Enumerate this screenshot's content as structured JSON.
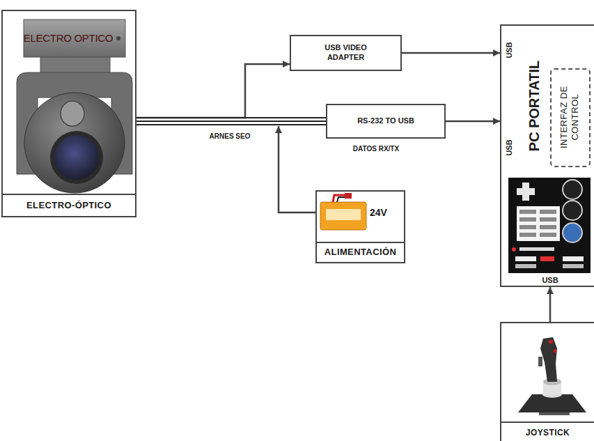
{
  "diagram": {
    "nodes": [
      {
        "text": [
          "ELECTRO-ÓPTICO"
        ]
      },
      {
        "text": [
          "USB VIDEO ADAPTER"
        ]
      },
      {
        "text": [
          "RS-232 TO USB"
        ]
      },
      {
        "text": [
          "24V",
          "ALIMENTACIÓN"
        ]
      },
      {
        "text": [
          "PC PORTATIL"
        ]
      },
      {
        "text": [
          "INTERFAZ DE CONTROL"
        ],
        "in": 4
      },
      {
        "text": [
          "JOYSTICK"
        ]
      }
    ],
    "edges": [
      {
        "from": 0,
        "to": 1,
        "arrow": "to"
      },
      {
        "from": 0,
        "to": 2,
        "arrow": "none",
        "label": "ARNES SEO"
      },
      {
        "from": 3,
        "to": 0,
        "arrow": "to"
      },
      {
        "from": 1,
        "to": 4,
        "arrow": "to"
      },
      {
        "from": 2,
        "to": 4,
        "arrow": "to"
      },
      {
        "from": 6,
        "to": 4,
        "arrow": "to"
      }
    ],
    "labels": [
      "ELECTRO OPTICO",
      "DATOS RX/TX",
      "USB",
      "USB",
      "USB"
    ]
  }
}
